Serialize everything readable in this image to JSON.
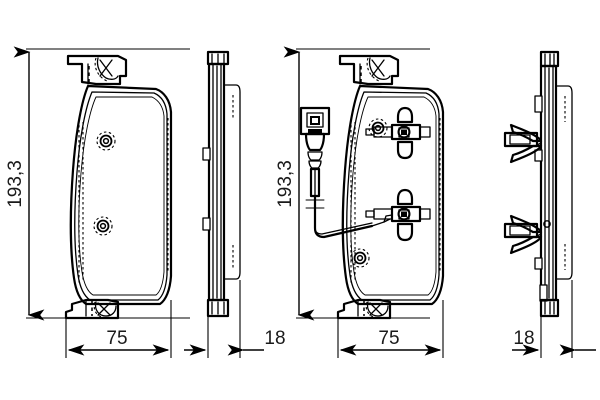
{
  "document": {
    "type": "technical-drawing",
    "subject": "Disc brake pad set with wear sensor",
    "background_color": "#ffffff",
    "line_color": "#000000"
  },
  "dimensions": {
    "height_left_label": "193,3",
    "height_right_label": "193,3",
    "width_left_label": "75",
    "thickness_left_label": "18",
    "width_right_label": "75",
    "thickness_right_label": "18"
  },
  "views": [
    {
      "id": "view-1",
      "name": "brake-pad-front-view-left",
      "description": "Front elevation of brake pad backing plate with two dashed rivet markers and upper/lower mounting lugs"
    },
    {
      "id": "view-2",
      "name": "brake-pad-side-view-left",
      "description": "Narrow side profile showing pad thickness"
    },
    {
      "id": "view-3",
      "name": "brake-pad-front-view-right-with-sensor",
      "description": "Front elevation of brake pad with wear sensor connector, cable and two spring retaining clip rivets"
    },
    {
      "id": "view-4",
      "name": "brake-pad-side-view-right-with-clips",
      "description": "Side profile showing two spring retaining clips protruding"
    }
  ],
  "annotations": {
    "rivet_marker": "rivet-marker",
    "sensor_connector": "wear-sensor-connector",
    "sensor_cable": "wear-sensor-cable",
    "spring_clip": "spring-retaining-clip",
    "mounting_lug": "mounting-lug"
  }
}
